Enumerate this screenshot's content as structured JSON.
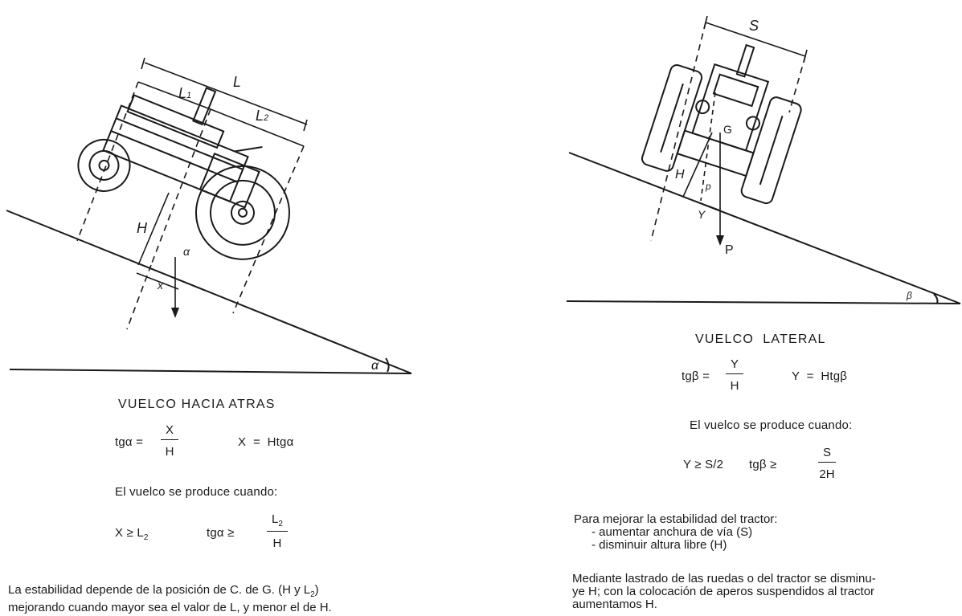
{
  "left": {
    "diagram_labels": {
      "L": "L",
      "L1": "L",
      "L1_sub": "1",
      "L2": "L",
      "L2_sub": "2",
      "H": "H",
      "x": "x",
      "alpha_small": "α",
      "alpha": "α"
    },
    "title": "VUELCO HACIA ATRAS",
    "eq1_lhs": "tgα =",
    "eq1_num": "X",
    "eq1_den": "H",
    "eq2": "X  =  Htgα",
    "condition_text": "El vuelco se produce cuando:",
    "cond1": "X ≥ L",
    "cond1_sub": "2",
    "cond2_lhs": "tgα ≥",
    "cond2_num": "L",
    "cond2_num_sub": "2",
    "cond2_den": "H",
    "para_line1": "La estabilidad depende de la posición de C. de G. (H y L",
    "para_line1_sub": "2",
    "para_line1_end": ")",
    "para_line2": "mejorando cuando mayor sea el valor de L, y menor el de H."
  },
  "right": {
    "diagram_labels": {
      "S": "S",
      "G": "G",
      "H": "H",
      "p": "p",
      "Y": "Y",
      "P": "P",
      "beta": "β"
    },
    "title": "VUELCO  LATERAL",
    "eq1_lhs": "tgβ =",
    "eq1_num": "Y",
    "eq1_den": "H",
    "eq2": "Y  =  Htgβ",
    "condition_text": "El vuelco se produce cuando:",
    "cond1": "Y ≥ S/2",
    "cond2_lhs": "tgβ ≥",
    "cond2_num": "S",
    "cond2_den": "2H",
    "improve_title": "Para mejorar la estabilidad del tractor:",
    "improve_items": [
      "- aumentar anchura de vía (S)",
      "- disminuir altura libre (H)"
    ],
    "para_line1": "Mediante lastrado de las ruedas o del tractor se disminu-",
    "para_line2": "ye H; con la colocación de aperos suspendidos al tractor",
    "para_line3": "aumentamos H."
  }
}
